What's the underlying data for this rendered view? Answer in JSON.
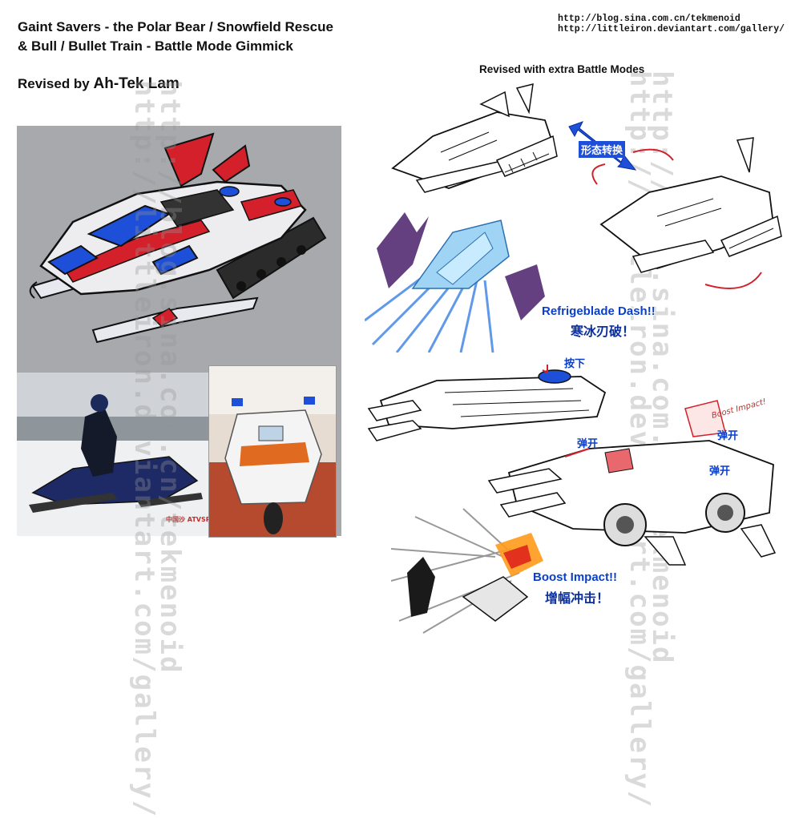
{
  "header": {
    "title_line1": "Gaint Savers - the Polar Bear / Snowfield Rescue",
    "title_line2": "&  Bull / Bullet Train - Battle Mode Gimmick",
    "revised_prefix": "Revised by",
    "revised_name": "Ah-Tek Lam",
    "url1": "http://blog.sina.com.cn/tekmenoid",
    "url2": "http://littleiron.deviantart.com/gallery/"
  },
  "right_section": {
    "heading": "Revised with extra Battle Modes",
    "transform_label": "形态转换",
    "refrigeblade_en": "Refrigeblade Dash!!",
    "refrigeblade_cn": "寒冰刃破！",
    "press_label": "按下",
    "spring_open_1": "弹开",
    "spring_open_2": "弹开",
    "spring_open_3": "弹开",
    "boost_small": "Boost Impact!",
    "boost_en": "Boost Impact!!",
    "boost_cn": "增幅冲击！"
  },
  "watermarks": {
    "left_1": "http://blog.sina.com.cn/tekmenoid",
    "left_2": "http://littleiron.deviantart.com/gallery/",
    "right_1": "http://blog.sina.com.cn/tekmenoid",
    "right_2": "http://littleiron.deviantart.com/gallery/"
  },
  "photo_logo": "中国沙 ATVSPO",
  "colors": {
    "panel_gray": "#a7a9ac",
    "accent_red": "#d4202a",
    "accent_blue": "#1d4fd8",
    "text_blue": "#0b3fc7"
  },
  "icons": {
    "transform_arrow": "double-arrow-icon"
  }
}
